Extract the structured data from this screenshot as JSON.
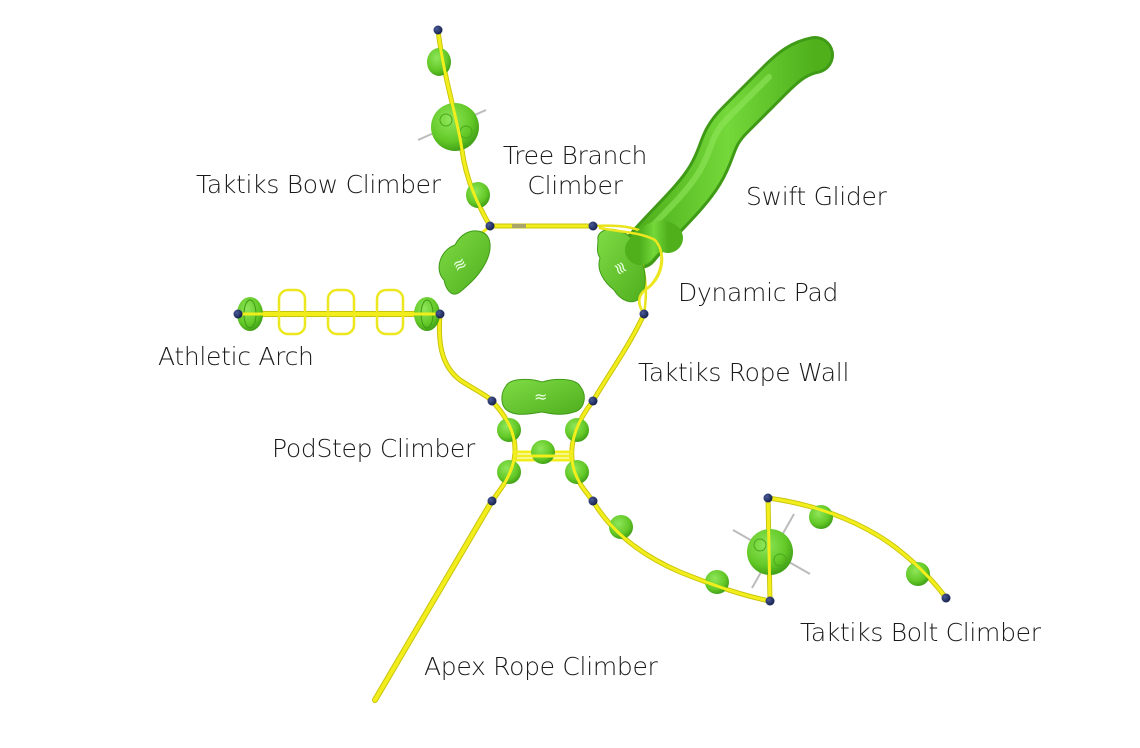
{
  "title": "Playground climbing structure layout",
  "colors": {
    "rope": "#f2ee1c",
    "rope_shade": "#c9c30c",
    "component": "#6cd22e",
    "component_dark": "#4aa71c",
    "joint": "#1c2a5c",
    "label_text": "#1a1a1a",
    "background": "#ffffff"
  },
  "labels": {
    "taktiks_bow_climber": "Taktiks Bow Climber",
    "tree_branch_climber_line1": "Tree Branch",
    "tree_branch_climber_line2": "Climber",
    "swift_glider": "Swift Glider",
    "dynamic_pad": "Dynamic Pad",
    "athletic_arch": "Athletic Arch",
    "taktiks_rope_wall": "Taktiks Rope Wall",
    "podstep_climber": "PodStep Climber",
    "taktiks_bolt_climber": "Taktiks Bolt Climber",
    "apex_rope_climber": "Apex Rope Climber"
  },
  "components": [
    {
      "id": "taktiks-bow-climber",
      "type": "rope-with-ball-holds",
      "icon": "sphere-hold"
    },
    {
      "id": "tree-branch-climber",
      "type": "rope-segment",
      "icon": "rope"
    },
    {
      "id": "swift-glider",
      "type": "slide-tube",
      "icon": "glider"
    },
    {
      "id": "dynamic-pad",
      "type": "pad",
      "icon": "wave-pad"
    },
    {
      "id": "athletic-arch",
      "type": "ring-ladder",
      "icon": "rings"
    },
    {
      "id": "taktiks-rope-wall",
      "type": "rope-segment",
      "icon": "rope"
    },
    {
      "id": "podstep-climber",
      "type": "pod-steps",
      "icon": "pod"
    },
    {
      "id": "taktiks-bolt-climber",
      "type": "rope-with-ball-holds",
      "icon": "sphere-hold"
    },
    {
      "id": "apex-rope-climber",
      "type": "rope-segment",
      "icon": "rope"
    }
  ]
}
